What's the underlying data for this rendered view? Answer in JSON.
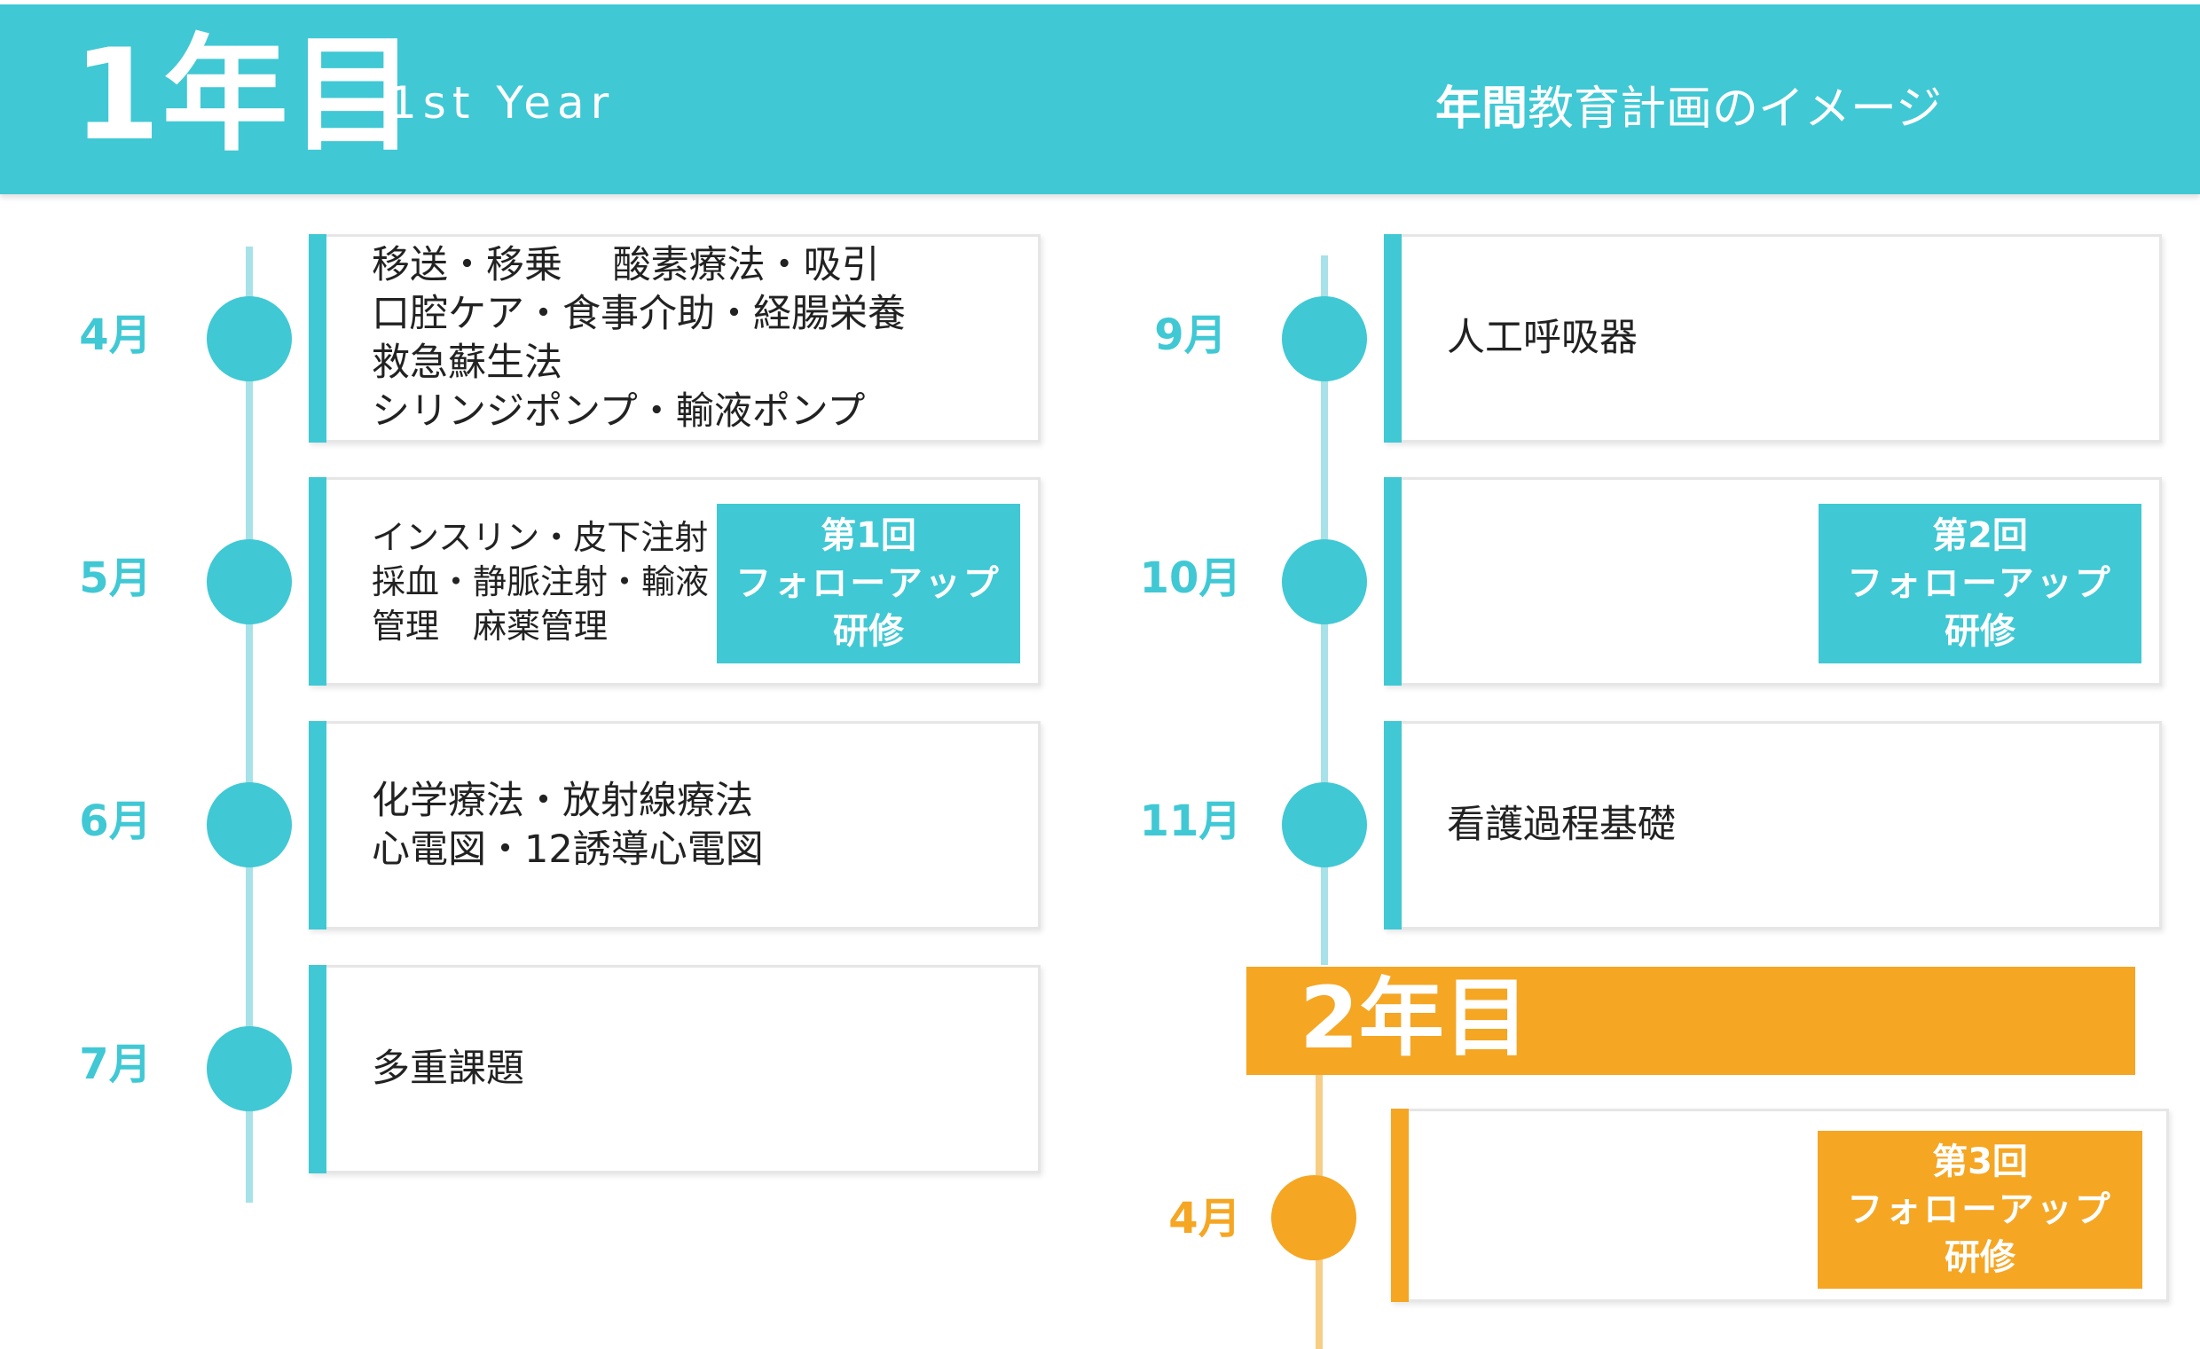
{
  "header": {
    "title": "1年目",
    "subtitle": "1st Year",
    "right_strong": "年間",
    "right_rest": "教育計画のイメージ"
  },
  "colors": {
    "teal": "#40c8d4",
    "orange": "#f5a623"
  },
  "year1_left": [
    {
      "month": "4月",
      "lines": [
        "移送・移乗　 酸素療法・吸引",
        "口腔ケア・食事介助・経腸栄養",
        "救急蘇生法",
        "シリンジポンプ・輸液ポンプ"
      ]
    },
    {
      "month": "5月",
      "lines": [
        "インスリン・皮下注射",
        "採血・静脈注射・輸液",
        "管理　麻薬管理"
      ],
      "badge": {
        "line1": "第1回",
        "line2": "フォローアップ",
        "line3": "研修"
      }
    },
    {
      "month": "6月",
      "lines": [
        "化学療法・放射線療法",
        "心電図・12誘導心電図"
      ]
    },
    {
      "month": "7月",
      "lines": [
        "多重課題"
      ]
    }
  ],
  "year1_right": [
    {
      "month": "9月",
      "lines": [
        "人工呼吸器"
      ]
    },
    {
      "month": "10月",
      "lines": [],
      "badge": {
        "line1": "第2回",
        "line2": "フォローアップ",
        "line3": "研修"
      }
    },
    {
      "month": "11月",
      "lines": [
        "看護過程基礎"
      ]
    }
  ],
  "year2": {
    "title": "2年目",
    "items": [
      {
        "month": "4月",
        "lines": [],
        "badge": {
          "line1": "第3回",
          "line2": "フォローアップ",
          "line3": "研修"
        }
      }
    ]
  }
}
